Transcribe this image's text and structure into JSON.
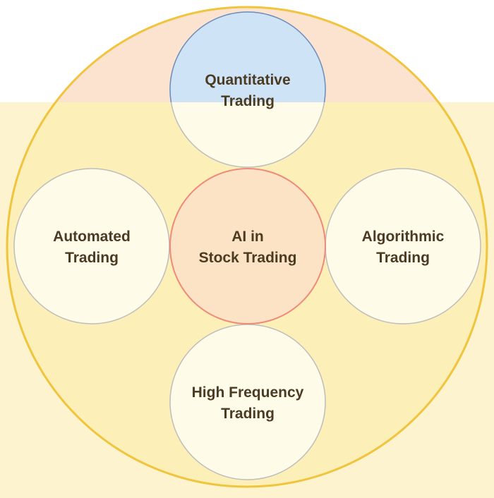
{
  "diagram": {
    "center": {
      "line1": "AI in",
      "line2": "Stock Trading"
    },
    "nodes": [
      {
        "id": "quantitative",
        "line1": "Quantitative",
        "line2": "Trading"
      },
      {
        "id": "automated",
        "line1": "Automated",
        "line2": "Trading"
      },
      {
        "id": "algorithmic",
        "line1": "Algorithmic",
        "line2": "Trading"
      },
      {
        "id": "high-frequency",
        "line1": "High Frequency",
        "line2": "Trading"
      }
    ]
  },
  "colors": {
    "outer_fill": "#fcefb8",
    "outer_top_fill": "#fbe3cf",
    "outer_stroke": "#f0c43c",
    "center_fill": "#fde3c6",
    "center_stroke": "#f08a78",
    "node_fill": "#fefbe9",
    "node_stroke": "#bdbdbd",
    "top_node_fill": "#cfe3f7",
    "top_node_stroke": "#6c8ebf",
    "text": "#4a3b22"
  }
}
